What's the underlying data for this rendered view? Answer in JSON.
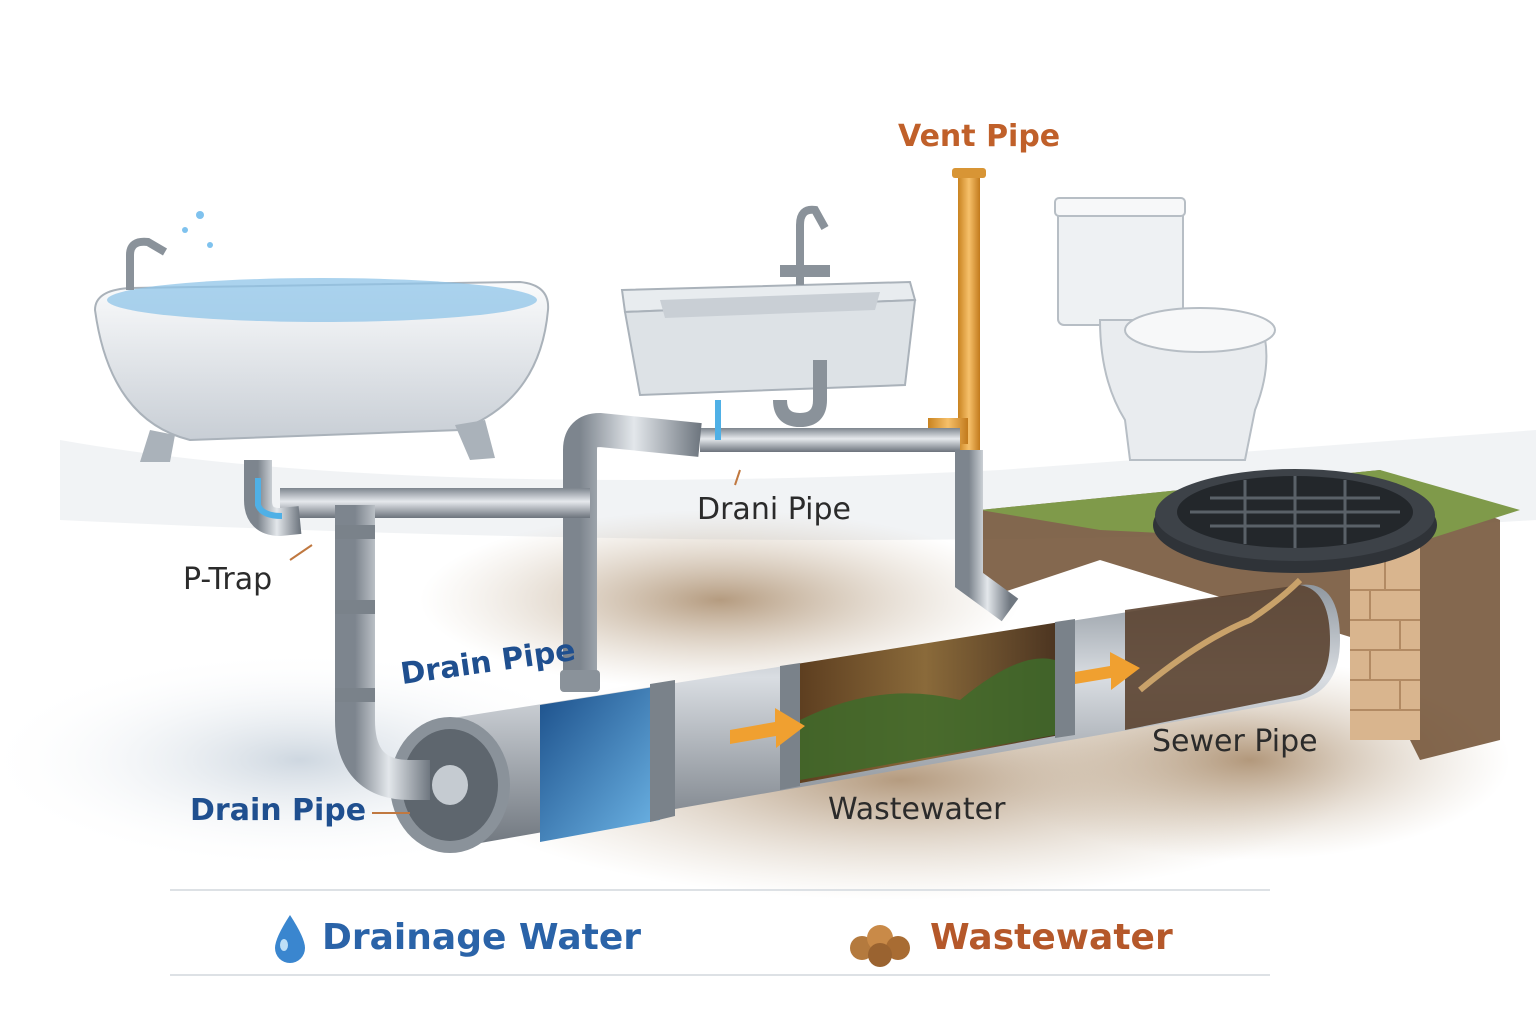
{
  "labels": {
    "vent_pipe": "Vent Pipe",
    "drain_pipe_upper": "Drani Pipe",
    "p_trap": "P-Trap",
    "drain_pipe_middle": "Drain Pipe",
    "drain_pipe_lower": "Drain Pipe",
    "wastewater": "Wastewater",
    "sewer_pipe": "Sewer Pipe"
  },
  "legend": {
    "drainage_water": "Drainage Water",
    "wastewater": "Wastewater"
  },
  "colors": {
    "drainage_blue": "#2a63a8",
    "wastewater_brown": "#b5582a",
    "vent_orange": "#e8a23a",
    "pipe_gray": "#9aa2ab",
    "arrow_orange": "#f0a030"
  }
}
